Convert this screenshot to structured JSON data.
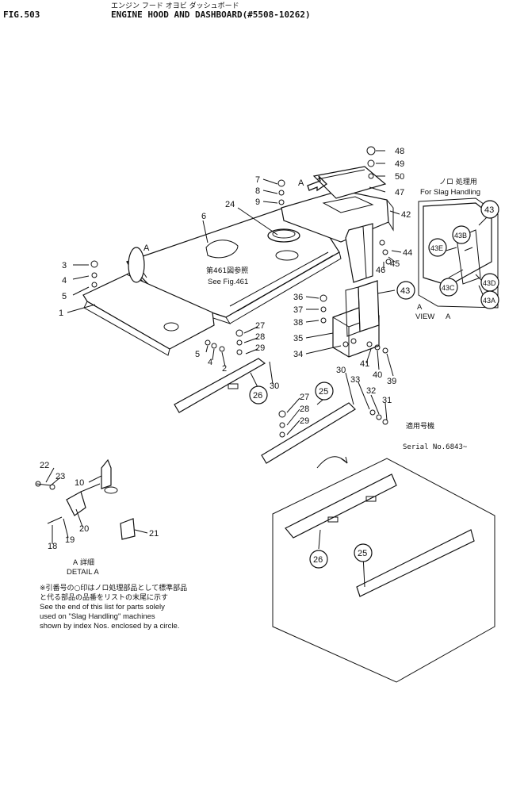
{
  "header": {
    "fig": "FIG.503",
    "title_jp": "エンジン フード オヨビ ダッシュボード",
    "title": "ENGINE HOOD AND DASHBOARD(#5508-10262)"
  },
  "view_a": {
    "top_jp": "ノロ 処理用",
    "caption": "For Slag Handling",
    "view_label": "VIEW",
    "view_letter": "A",
    "arrow_letter": "A"
  },
  "detail_a": {
    "jp": "A 詳細",
    "label": "DETAIL A"
  },
  "see_fig": {
    "jp": "第461図参照",
    "en": "See Fig.461"
  },
  "serial": {
    "jp": "適用号機",
    "en": "Serial No.6843~"
  },
  "note": {
    "jp_line1": "※引番号の○印はノロ処理部品として標準部品",
    "jp_line2": "と代る部品の品番をリストの末尾に示す",
    "en_line1": "See the end of this list for parts solely",
    "en_line2": "used on \"Slag Handling\" machines",
    "en_line3": "shown by index Nos. enclosed by a circle."
  },
  "arrow_a_label": "A",
  "hood_label_a": "A",
  "callouts": {
    "c1": "1",
    "c2": "2",
    "c3": "3",
    "c4": "4",
    "c4b": "4",
    "c5": "5",
    "c5b": "5",
    "c6": "6",
    "c7": "7",
    "c8": "8",
    "c9": "9",
    "c10": "10",
    "c18": "18",
    "c19": "19",
    "c20": "20",
    "c21": "21",
    "c22": "22",
    "c23": "23",
    "c24": "24",
    "c25": "25",
    "c25b": "25",
    "c26": "26",
    "c26b": "26",
    "c27": "27",
    "c27b": "27",
    "c28": "28",
    "c28b": "28",
    "c29": "29",
    "c29b": "29",
    "c30": "30",
    "c30b": "30",
    "c31": "31",
    "c32": "32",
    "c33": "33",
    "c34": "34",
    "c35": "35",
    "c36": "36",
    "c37": "37",
    "c38": "38",
    "c39": "39",
    "c40": "40",
    "c41": "41",
    "c42": "42",
    "c43": "43",
    "c43b": "43",
    "c44": "44",
    "c45": "45",
    "c46": "46",
    "c47": "47",
    "c48": "48",
    "c49": "49",
    "c50": "50",
    "c43a": "43A",
    "c43b_v": "43B",
    "c43c": "43C",
    "c43d": "43D",
    "c43e": "43E"
  }
}
